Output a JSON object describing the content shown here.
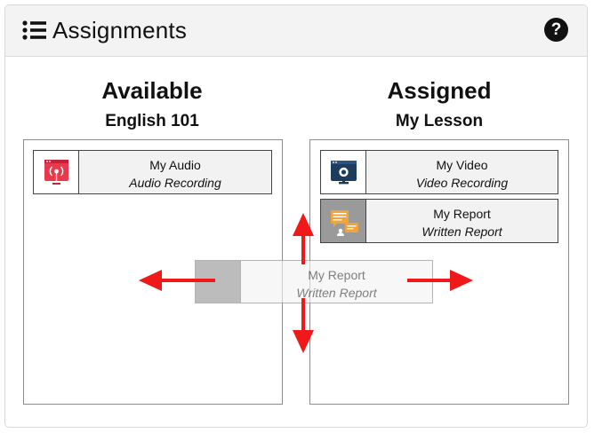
{
  "header": {
    "title": "Assignments",
    "menu_icon": "list-icon",
    "help_icon": "help-icon",
    "help_glyph": "?"
  },
  "available": {
    "title": "Available",
    "subtitle": "English 101",
    "items": [
      {
        "title": "My Audio",
        "type": "Audio Recording",
        "icon": "audio-recording-icon"
      }
    ]
  },
  "assigned": {
    "title": "Assigned",
    "subtitle": "My Lesson",
    "items": [
      {
        "title": "My Video",
        "type": "Video Recording",
        "icon": "video-recording-icon"
      },
      {
        "title": "My Report",
        "type": "Written Report",
        "icon": "written-report-icon"
      }
    ]
  },
  "dragging": {
    "title": "My Report",
    "type": "Written Report"
  },
  "colors": {
    "arrow": "#f01818",
    "audio_icon": "#e8394d",
    "video_icon": "#1d3c5e",
    "report_icon": "#f2a33a"
  }
}
